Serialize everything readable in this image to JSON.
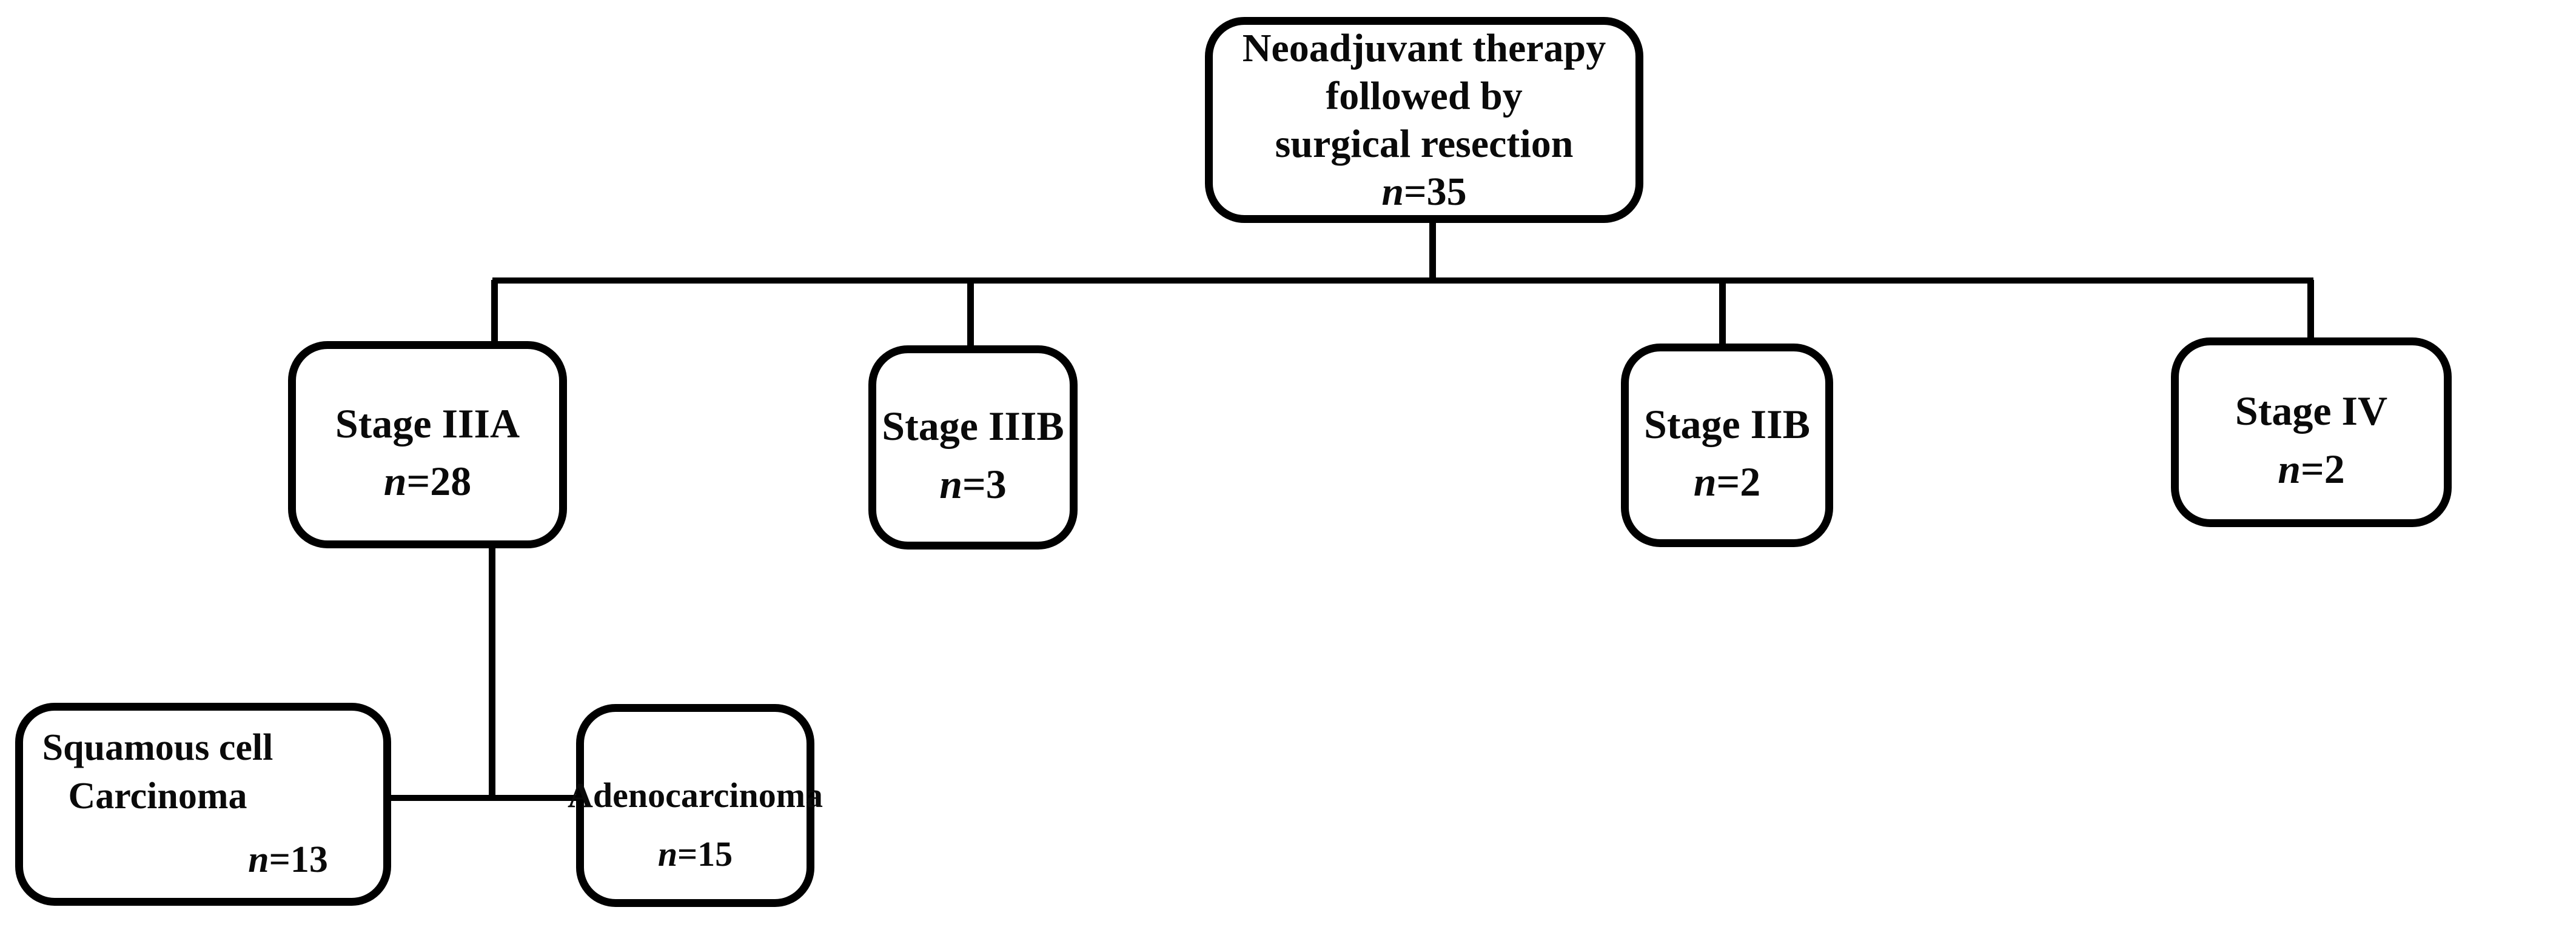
{
  "figure": {
    "type": "flow-diagram",
    "background_color": "#ffffff",
    "line_color": "#000000",
    "text_color": "#0a0a0a"
  },
  "boxes": {
    "root": {
      "lines": [
        "Neoadjuvant therapy",
        "followed by",
        "surgical resection"
      ],
      "n_italic": "n",
      "n_rest": "=35"
    },
    "stage_iiia": {
      "label": "Stage IIIA",
      "n_italic": "n",
      "n_rest": "=28"
    },
    "stage_iiib": {
      "label": "Stage IIIB",
      "n_italic": "n",
      "n_rest": "=3"
    },
    "stage_iib": {
      "label": "Stage IIB",
      "n_italic": "n",
      "n_rest": "=2"
    },
    "stage_iv": {
      "label": "Stage IV",
      "n_italic": "n",
      "n_rest": "=2"
    },
    "squamous": {
      "lines": [
        "Squamous cell",
        "Carcinoma"
      ],
      "n_italic": "n",
      "n_rest": "=13"
    },
    "adeno": {
      "label": "Adenocarcinoma",
      "n_italic": "n",
      "n_rest": "=15"
    }
  }
}
